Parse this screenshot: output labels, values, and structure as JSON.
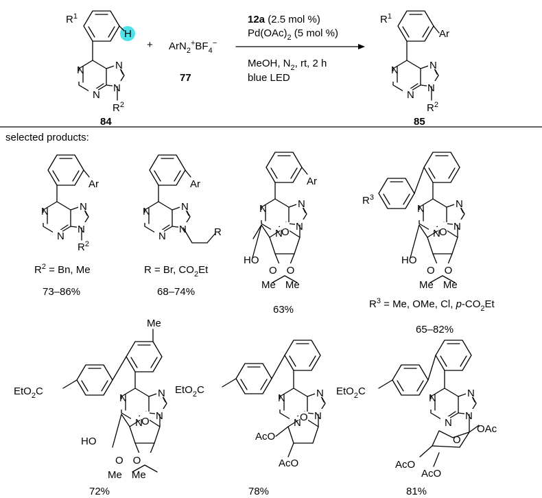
{
  "scheme": {
    "reactant_84": {
      "id": "84",
      "sub_r1": "1",
      "sub_r2": "2",
      "h_label": "H"
    },
    "reagent_77": {
      "id": "77",
      "formula_a": "ArN",
      "formula_b": "2",
      "formula_c": "+",
      "formula_d": "BF",
      "formula_e": "4",
      "formula_f": "−",
      "plus": "+"
    },
    "conditions": {
      "catalyst_id": "12a",
      "catalyst_loading": " (2.5 mol %)",
      "pd_a": "Pd(OAc)",
      "pd_b": "2",
      "pd_c": " (5 mol %)",
      "solvent_a": "MeOH, N",
      "solvent_b": "2",
      "solvent_c": ", rt, 2 h",
      "light": "blue LED"
    },
    "product_85": {
      "id": "85"
    }
  },
  "section_label": "selected products:",
  "products": [
    {
      "caption_a": "R",
      "caption_sup": "2",
      "caption_b": " = Bn, Me",
      "yield": "73–86%"
    },
    {
      "caption": "R = Br, CO",
      "caption_sub": "2",
      "caption_tail": "Et",
      "yield": "68–74%"
    },
    {
      "yield": "63%"
    },
    {
      "caption_a": "R",
      "caption_sup": "3",
      "caption_b": " = Me, OMe, Cl, ",
      "caption_it": "p",
      "caption_c": "-CO",
      "caption_sub": "2",
      "caption_d": "Et",
      "yield": "65–82%"
    },
    {
      "yield": "72%"
    },
    {
      "yield": "78%"
    },
    {
      "yield": "81%"
    }
  ],
  "atoms": {
    "N": "N",
    "O": "O",
    "Ar": "Ar",
    "R": "R",
    "HO": "HO",
    "Me": "Me",
    "AcO": "AcO",
    "OAc": "OAc",
    "EtO2C_a": "EtO",
    "EtO2C_b": "2",
    "EtO2C_c": "C"
  }
}
